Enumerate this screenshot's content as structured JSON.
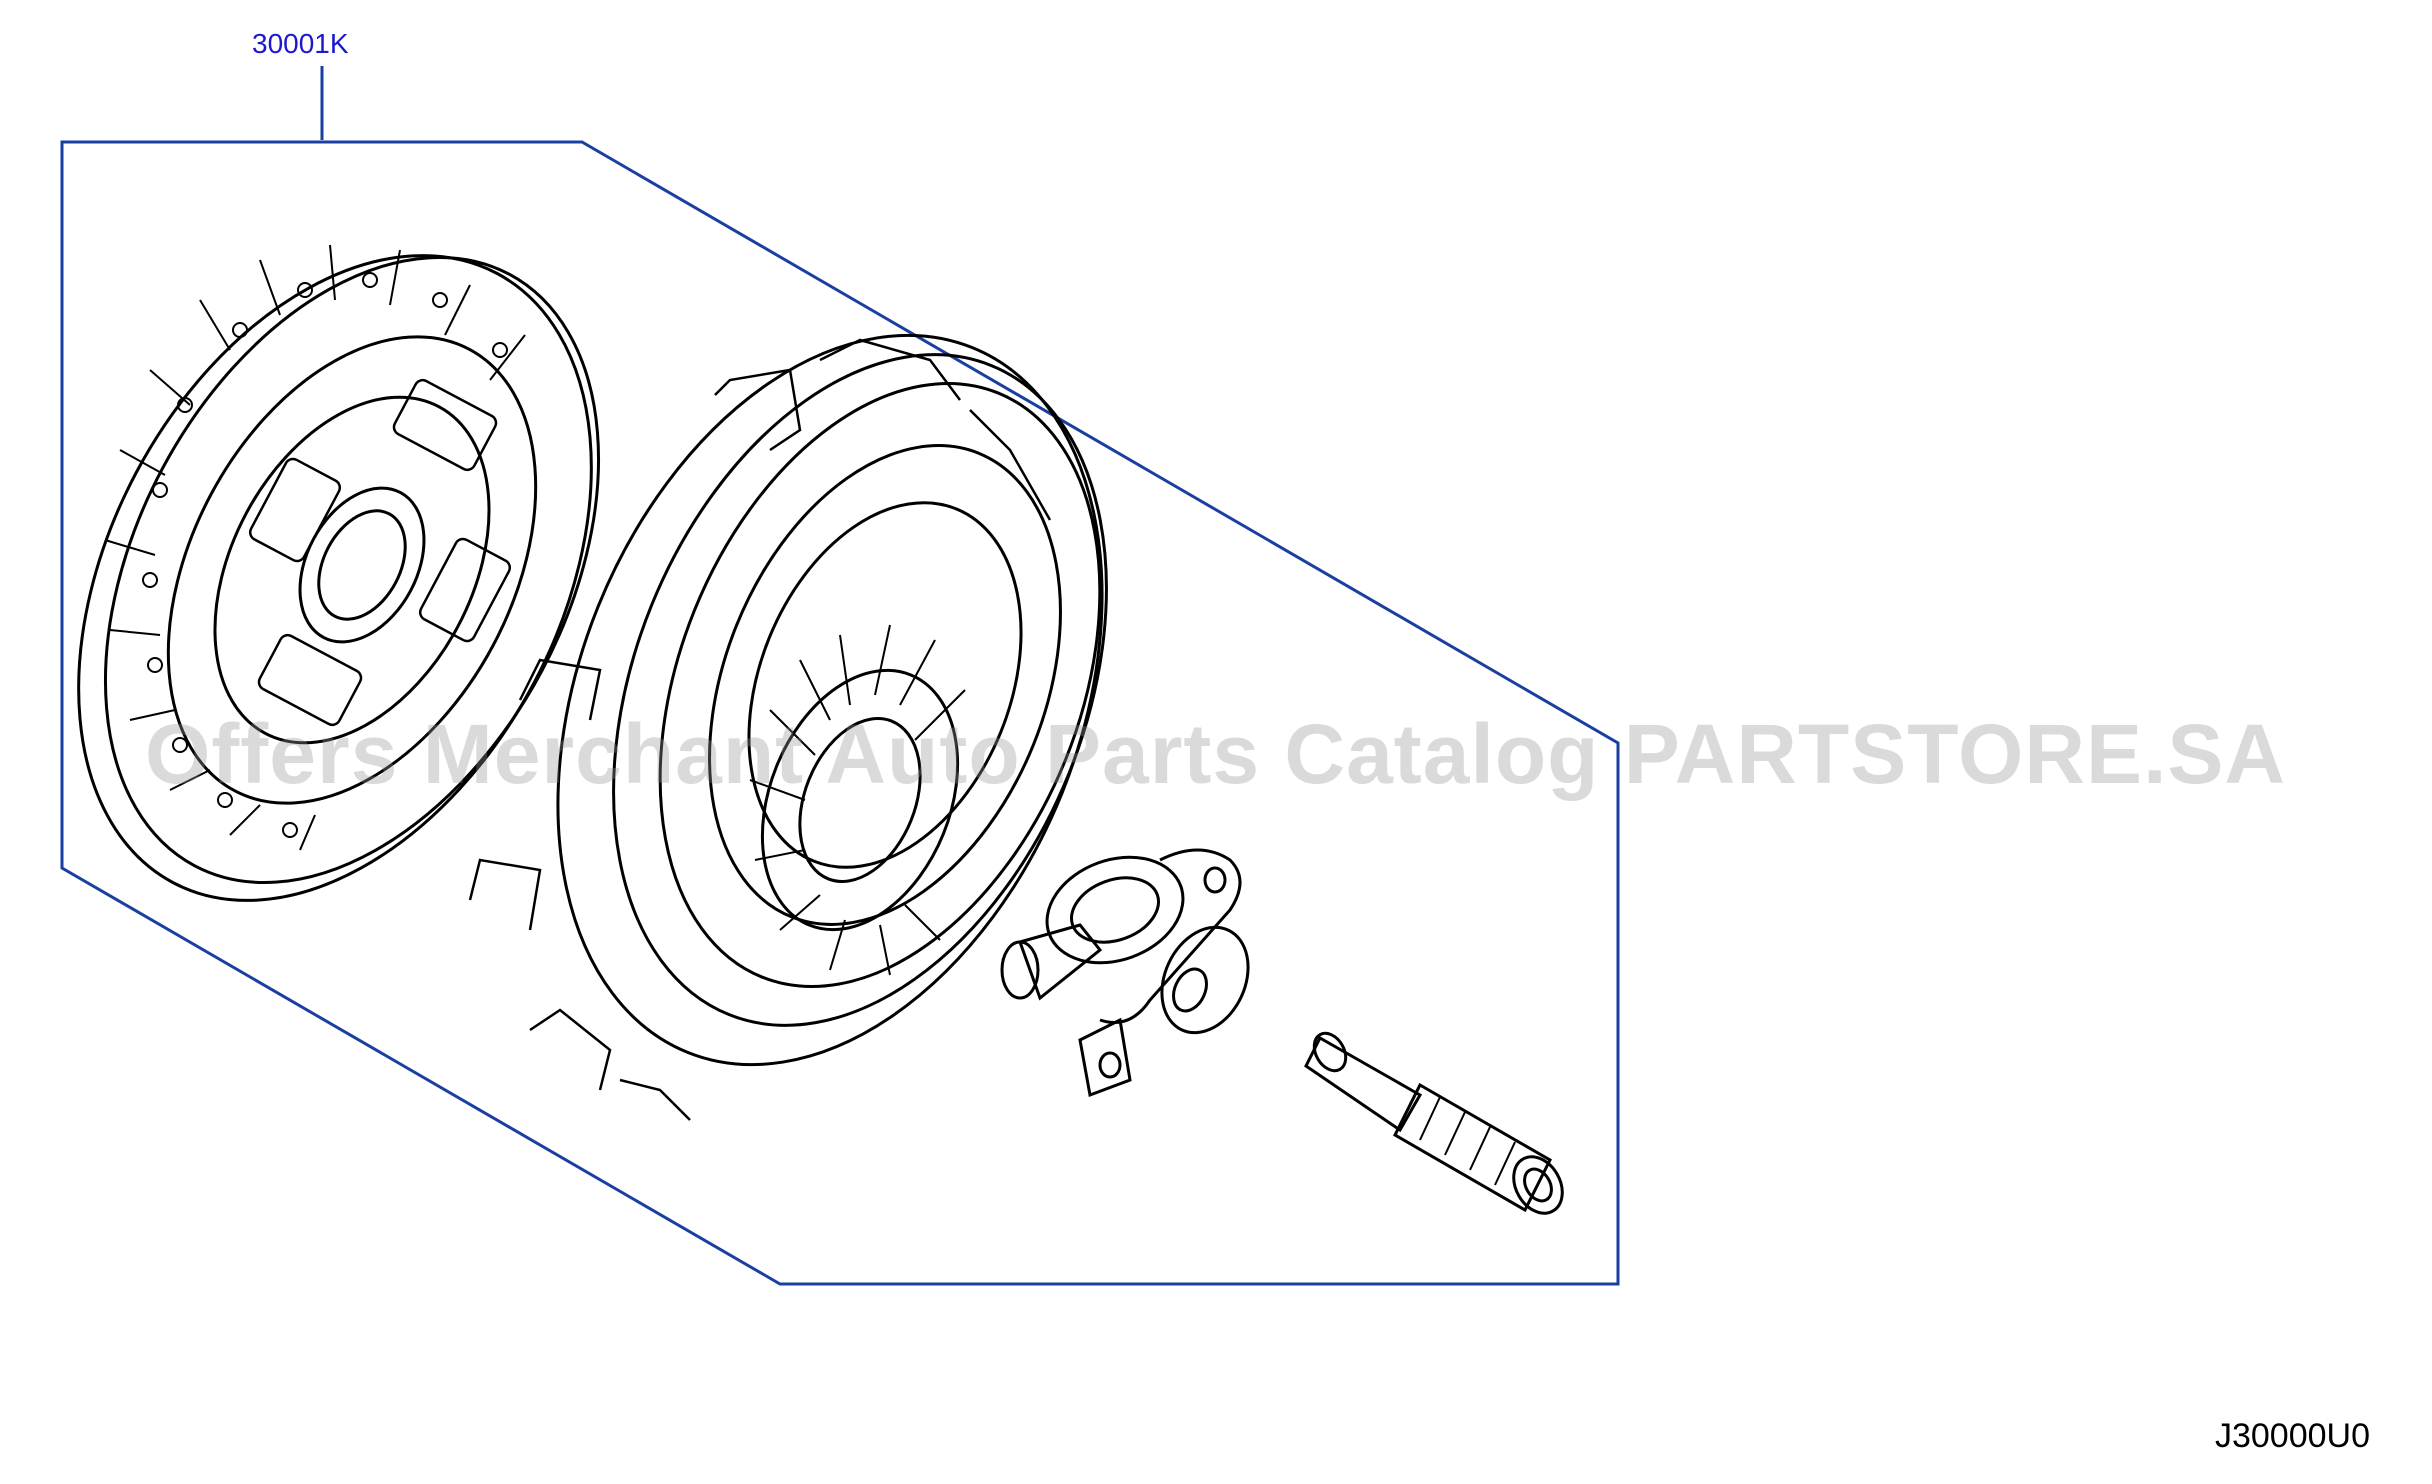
{
  "callout_label": "30001K",
  "diagram_code": "J30000U0",
  "watermark": "Offers Merchant Auto Parts Catalog PARTSTORE.SA",
  "colors": {
    "callout_line": "#1a3fa0",
    "callout_text": "#1a1acc",
    "drawing": "#000000"
  },
  "parts": [
    "clutch-disc",
    "pressure-plate",
    "release-bearing",
    "alignment-tool"
  ]
}
